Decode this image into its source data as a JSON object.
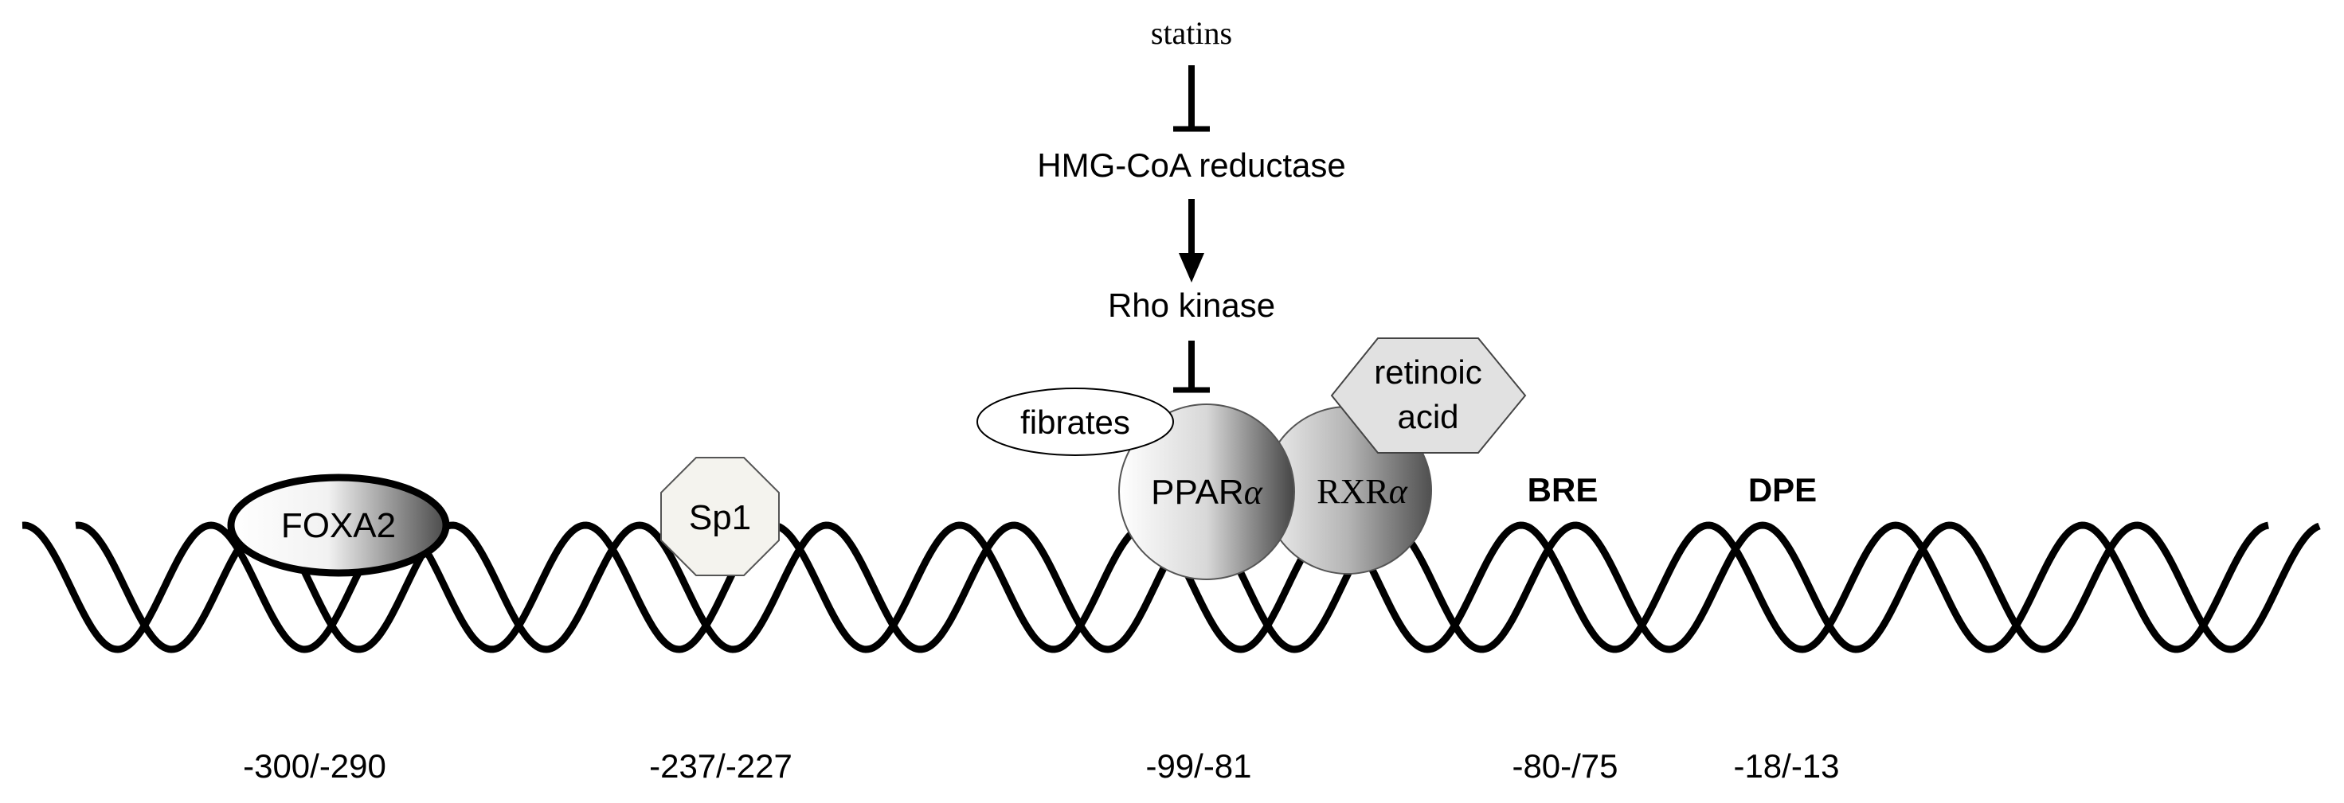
{
  "pathway": {
    "drug": "statins",
    "enzyme": "HMG-CoA reductase",
    "kinase": "Rho kinase"
  },
  "ligands": {
    "fibrates": "fibrates",
    "retinoic_acid_line1": "retinoic",
    "retinoic_acid_line2": "acid"
  },
  "factors": {
    "foxa2": "FOXA2",
    "sp1": "Sp1",
    "ppar_base": "PPAR",
    "rxr_base": "RXR",
    "alpha": "α"
  },
  "elements": {
    "bre": "BRE",
    "dpe": "DPE"
  },
  "positions": [
    "-300/-290",
    "-237/-227",
    "-99/-81",
    "-80-/75",
    "-18/-13"
  ],
  "colors": {
    "line": "#000000",
    "hexagon_fill": "#e1e1e1",
    "octagon_fill": "#f4f3ee"
  }
}
